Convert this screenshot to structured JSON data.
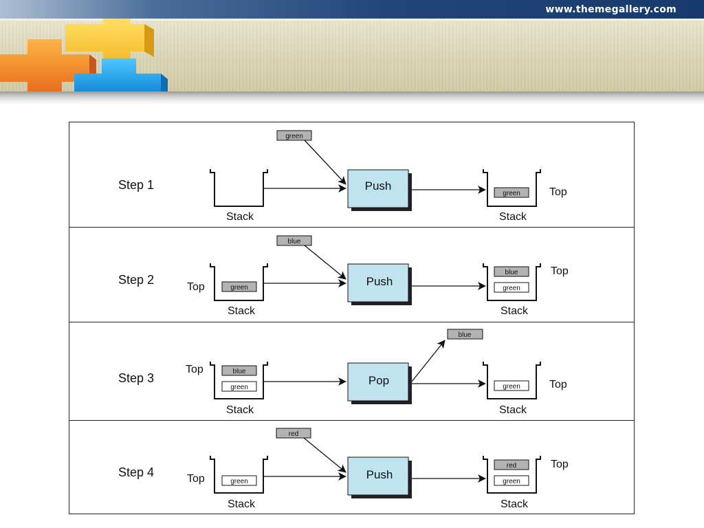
{
  "header": {
    "site_url": "www.themegallery.com"
  },
  "banner": {
    "icon": "puzzle-pieces-icon"
  },
  "diagram": {
    "rows": [
      {
        "step": "Step 1",
        "before": {
          "top_label": "",
          "items": [],
          "label": "Stack"
        },
        "incoming": "green",
        "operation": "Push",
        "outgoing": "",
        "after": {
          "top_label": "Top",
          "items": [
            "green"
          ],
          "label": "Stack"
        }
      },
      {
        "step": "Step 2",
        "before": {
          "top_label": "Top",
          "items": [
            "green"
          ],
          "label": "Stack"
        },
        "incoming": "blue",
        "operation": "Push",
        "outgoing": "",
        "after": {
          "top_label": "Top",
          "items": [
            "blue",
            "green"
          ],
          "label": "Stack"
        }
      },
      {
        "step": "Step 3",
        "before": {
          "top_label": "Top",
          "items": [
            "blue",
            "green"
          ],
          "label": "Stack"
        },
        "incoming": "",
        "operation": "Pop",
        "outgoing": "blue",
        "after": {
          "top_label": "Top",
          "items": [
            "green"
          ],
          "label": "Stack"
        }
      },
      {
        "step": "Step 4",
        "before": {
          "top_label": "Top",
          "items": [
            "green"
          ],
          "label": "Stack"
        },
        "incoming": "red",
        "operation": "Push",
        "outgoing": "",
        "after": {
          "top_label": "Top",
          "items": [
            "red",
            "green"
          ],
          "label": "Stack"
        }
      }
    ]
  }
}
